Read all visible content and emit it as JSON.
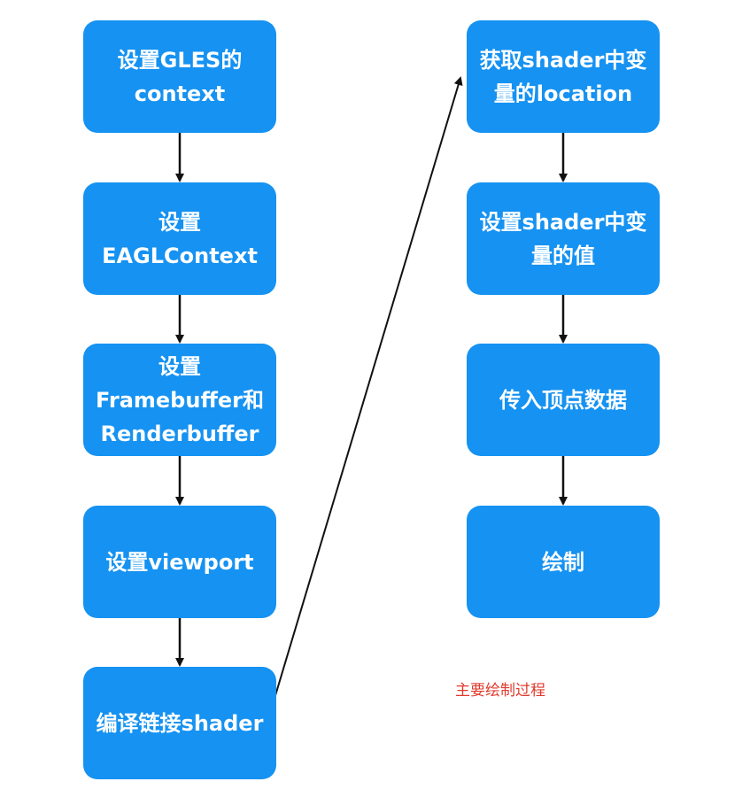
{
  "nodes": [
    {
      "id": "n1",
      "label": "设置GLES的\ncontext"
    },
    {
      "id": "n2",
      "label": "设置\nEAGLContext"
    },
    {
      "id": "n3",
      "label": "设置\nFramebuffer和\nRenderbuffer"
    },
    {
      "id": "n4",
      "label": "设置viewport"
    },
    {
      "id": "n5",
      "label": "编译链接shader"
    },
    {
      "id": "n6",
      "label": "获取shader中变\n量的location"
    },
    {
      "id": "n7",
      "label": "设置shader中变\n量的值"
    },
    {
      "id": "n8",
      "label": "传入顶点数据"
    },
    {
      "id": "n9",
      "label": "绘制"
    }
  ],
  "edges": [
    {
      "from": "n1",
      "to": "n2"
    },
    {
      "from": "n2",
      "to": "n3"
    },
    {
      "from": "n3",
      "to": "n4"
    },
    {
      "from": "n4",
      "to": "n5"
    },
    {
      "from": "n5",
      "to": "n6"
    },
    {
      "from": "n6",
      "to": "n7"
    },
    {
      "from": "n7",
      "to": "n8"
    },
    {
      "from": "n8",
      "to": "n9"
    }
  ],
  "caption": "主要绘制过程",
  "colors": {
    "node_fill": "#1592F2",
    "node_text": "#FFFFFF",
    "arrow": "#111111",
    "caption": "#E03A2C"
  }
}
